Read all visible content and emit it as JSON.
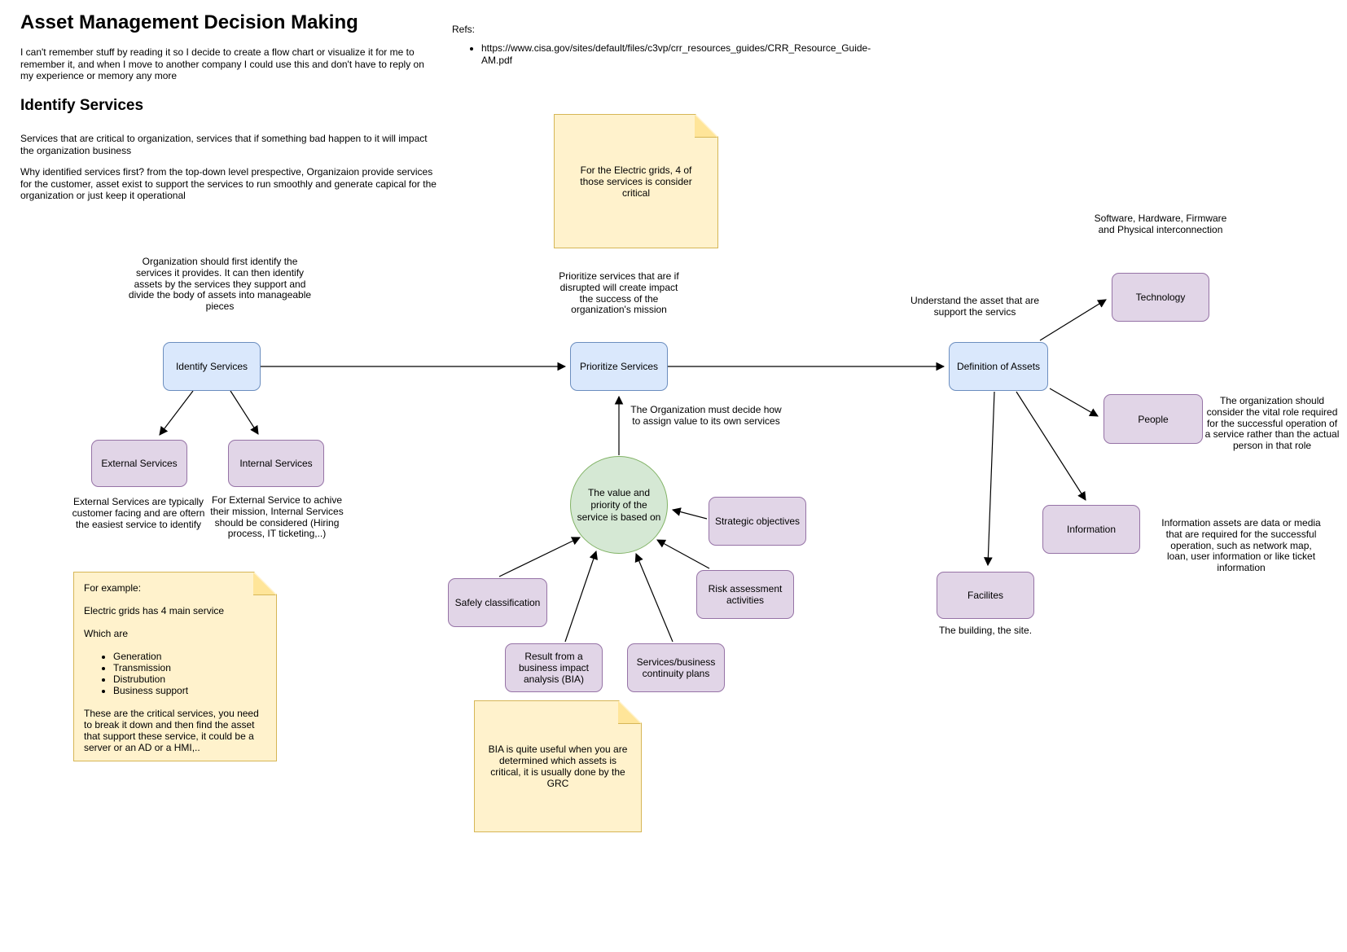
{
  "header": {
    "title": "Asset Management Decision Making",
    "intro": "I can't remember stuff by reading it so I decide to create a flow chart or visualize it for me to remember it, and when I move to another company I could use this and don't have to reply on my experience or memory any more",
    "refs_label": "Refs:",
    "refs": [
      "https://www.cisa.gov/sites/default/files/c3vp/crr_resources_guides/CRR_Resource_Guide-AM.pdf"
    ]
  },
  "section": {
    "heading": "Identify Services",
    "para1": "Services that are critical to organization, services that if something bad happen to it will impact the organization business",
    "para2": "Why identified services first? from the top-down level prespective, Organizaion provide services for the customer, asset exist to support the services to run smoothly and generate capical for the organization or just keep it operational"
  },
  "nodes": {
    "identify": {
      "label": "Identify Services"
    },
    "prioritize": {
      "label": "Prioritize Services"
    },
    "definition": {
      "label": "Definition of Assets"
    },
    "external": {
      "label": "External Services"
    },
    "internal": {
      "label": "Internal Services"
    },
    "safely": {
      "label": "Safely classification"
    },
    "strategic": {
      "label": "Strategic objectives"
    },
    "risk": {
      "label": "Risk assessment activities"
    },
    "bia": {
      "label": "Result from a business impact analysis (BIA)"
    },
    "continuity": {
      "label": "Services/business continuity plans"
    },
    "technology": {
      "label": "Technology"
    },
    "people": {
      "label": "People"
    },
    "information": {
      "label": "Information"
    },
    "facilites": {
      "label": "Facilites"
    },
    "value_circle": {
      "label": "The value and priority of the service is based on"
    }
  },
  "annotations": {
    "identify": "Organization should first identify the services it provides. It can then identify assets by the services they support and divide the body of assets into manageable pieces",
    "prioritize": "Prioritize services that are if disrupted will create impact the success of the organization's mission",
    "definition": "Understand the asset that are support the servics",
    "technology": "Software, Hardware, Firmware and Physical interconnection",
    "decide": "The Organization must decide how to assign value to its own services",
    "external_caption": "External Services are typically customer facing and are oftern the easiest service to identify",
    "internal_caption": "For External Service to achive their mission, Internal Services should be considered (Hiring process, IT ticketing,..)",
    "people_caption": "The organization should consider the vital role required for the successful operation of a service rather than the actual person in that role",
    "information_caption": "Information assets are data or media that are required for the successful operation, such as network map, loan, user information or like ticket information",
    "facilites_caption": "The building, the site."
  },
  "notes": {
    "electric": {
      "text": "For the Electric grids, 4 of those services is consider critical"
    },
    "bia": {
      "text": "BIA is quite useful when you are determined which assets is critical, it is usually done by the GRC"
    },
    "example": {
      "intro": "For example:",
      "line2": "Electric grids has 4 main service",
      "line3": "Which are",
      "bullets": [
        "Generation",
        "Transmission",
        "Distrubution",
        "Business support"
      ],
      "closing": "These are the critical services, you need to break it down and then find the asset that support these service, it could be a server or an AD or a HMI,.."
    }
  },
  "colors": {
    "process_fill": "#dae8fc",
    "process_stroke": "#6c8ebf",
    "asset_fill": "#e1d5e7",
    "asset_stroke": "#9673a6",
    "value_fill": "#d5e8d4",
    "value_stroke": "#82b366",
    "note_fill": "#fff2cc",
    "note_fold": "#ffe599",
    "note_stroke": "#d6b656",
    "connector": "#000000"
  }
}
